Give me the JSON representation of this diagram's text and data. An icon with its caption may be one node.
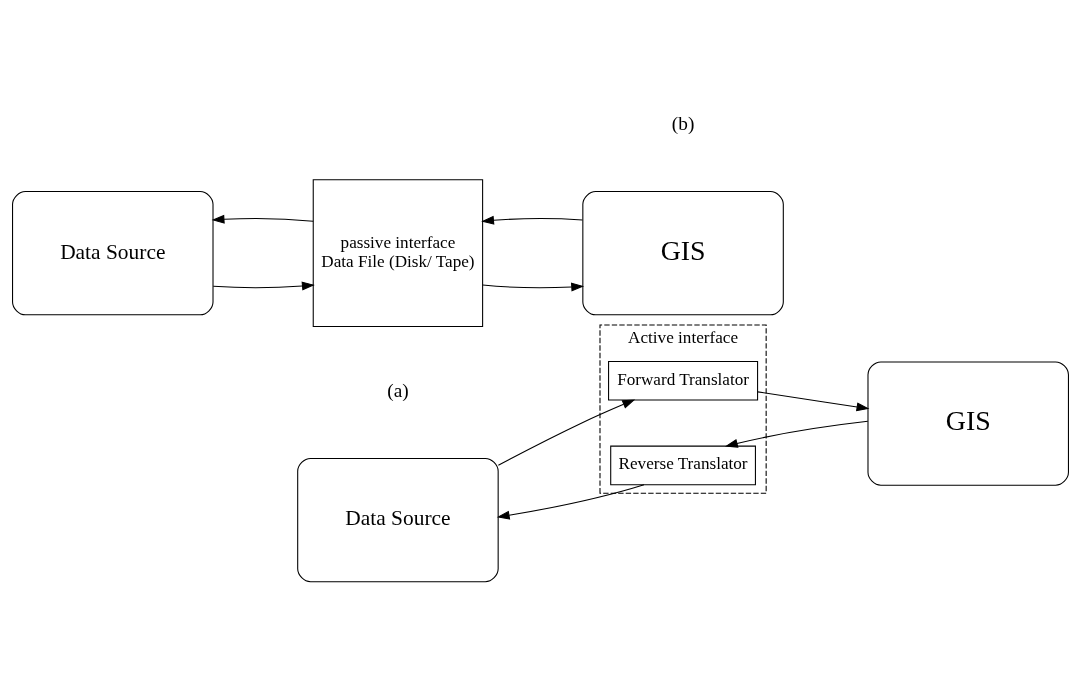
{
  "diagram": {
    "nodes": [
      {
        "text": [
          "Data Source"
        ]
      },
      {
        "text": [
          "passive interface",
          "Data File (Disk/ Tape)"
        ]
      },
      {
        "text": [
          "GIS"
        ]
      },
      {
        "text": [
          "Data Source"
        ]
      },
      {
        "text": [
          "Active interface"
        ]
      },
      {
        "text": [
          "Forward Translator"
        ],
        "in": 4
      },
      {
        "text": [
          "Reverse Translator"
        ],
        "in": 4
      },
      {
        "text": [
          "GIS"
        ]
      }
    ],
    "edges": [
      {
        "from": 0,
        "to": 1,
        "arrow": "to"
      },
      {
        "from": 1,
        "to": 0,
        "arrow": "to"
      },
      {
        "from": 1,
        "to": 2,
        "arrow": "to"
      },
      {
        "from": 2,
        "to": 1,
        "arrow": "to"
      },
      {
        "from": 3,
        "to": 5,
        "arrow": "to"
      },
      {
        "from": 5,
        "to": 7,
        "arrow": "to"
      },
      {
        "from": 7,
        "to": 6,
        "arrow": "to"
      },
      {
        "from": 6,
        "to": 3,
        "arrow": "to"
      }
    ],
    "labels": [
      "(a)",
      "(b)"
    ]
  }
}
